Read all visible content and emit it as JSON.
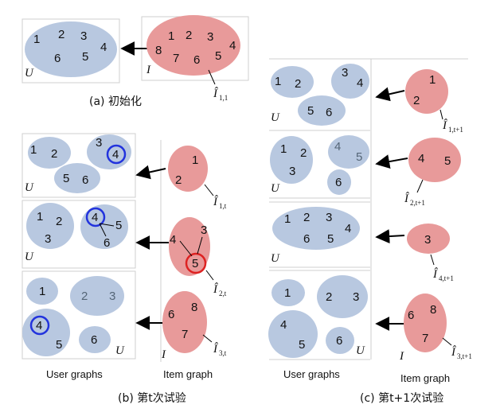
{
  "colors": {
    "user_node": "#b8c8e0",
    "item_node": "#e89a9a",
    "highlight_blue": "#2233dd",
    "highlight_red": "#dd2222",
    "arrow": "#000000"
  },
  "labels": {
    "u": "U",
    "i": "I",
    "i_hat": "Î"
  },
  "captions": {
    "a": "(a)  初始化",
    "b": "(b)  第t次试验",
    "c": "(c)  第t+1次试验",
    "user_graphs_b": "User graphs",
    "item_graph_b": "Item graph",
    "user_graphs_c": "User graphs",
    "item_graph_c": "Item graph"
  },
  "subscripts": {
    "a": "1,1",
    "b1": "1,t",
    "b2": "2,t",
    "b3": "3,t",
    "c1": "1,t+1",
    "c2": "2,t+1",
    "c3": "4,t+1",
    "c4": "3,t+1"
  },
  "panel_a": {
    "users": [
      "1",
      "2",
      "3",
      "4",
      "5",
      "6"
    ],
    "items": [
      "1",
      "2",
      "3",
      "4",
      "5",
      "6",
      "7",
      "8"
    ]
  },
  "panel_b": {
    "row1": {
      "users": [
        "1",
        "2",
        "3",
        "4",
        "5",
        "6"
      ],
      "items": [
        "1",
        "2"
      ]
    },
    "row2": {
      "users": [
        "1",
        "2",
        "3",
        "4",
        "5",
        "6"
      ],
      "items": [
        "3",
        "4",
        "5"
      ]
    },
    "row3": {
      "users": [
        "1",
        "2",
        "3",
        "4",
        "5",
        "6"
      ],
      "items": [
        "6",
        "7",
        "8"
      ]
    }
  },
  "panel_c": {
    "row1": {
      "users": [
        "1",
        "2",
        "3",
        "4",
        "5",
        "6"
      ],
      "items": [
        "1",
        "2"
      ]
    },
    "row2": {
      "users": [
        "1",
        "2",
        "3",
        "4",
        "5",
        "6"
      ],
      "items": [
        "4",
        "5"
      ]
    },
    "row3": {
      "users": [
        "1",
        "2",
        "3",
        "4",
        "5",
        "6"
      ],
      "items": [
        "3"
      ]
    },
    "row4": {
      "users": [
        "1",
        "2",
        "3",
        "4",
        "5",
        "6"
      ],
      "items": [
        "6",
        "7",
        "8"
      ]
    }
  }
}
